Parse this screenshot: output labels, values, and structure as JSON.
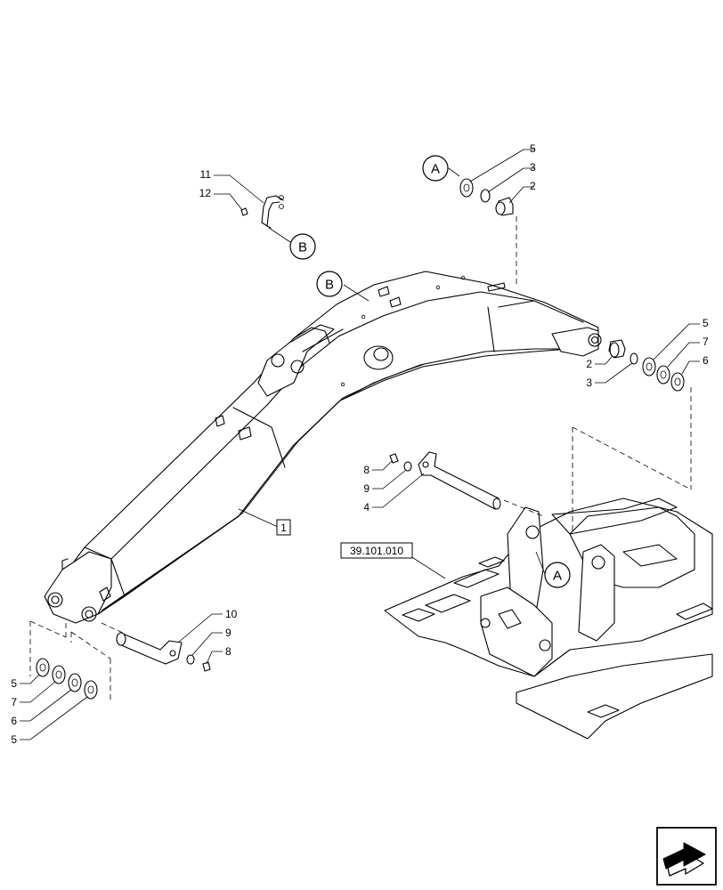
{
  "callouts": {
    "a_top": "A",
    "a_frame": "A",
    "b_top": "B",
    "b_boom": "B"
  },
  "labels": {
    "boom_ref": "1",
    "frame_ref": "39.101.010",
    "p5_top": "5",
    "p3_top": "3",
    "p2_top": "2",
    "p11": "11",
    "p12": "12",
    "p5_right": "5",
    "p7_right": "7",
    "p6_right": "6",
    "p2_right": "2",
    "p3_right": "3",
    "p8_mid": "8",
    "p9_mid": "9",
    "p4_mid": "4",
    "p10_low": "10",
    "p9_low": "9",
    "p8_low": "8",
    "p5_left": "5",
    "p7_left": "7",
    "p6_left": "6",
    "p5_left2": "5"
  },
  "icons": {
    "nav": "next-page-arrow-icon"
  }
}
